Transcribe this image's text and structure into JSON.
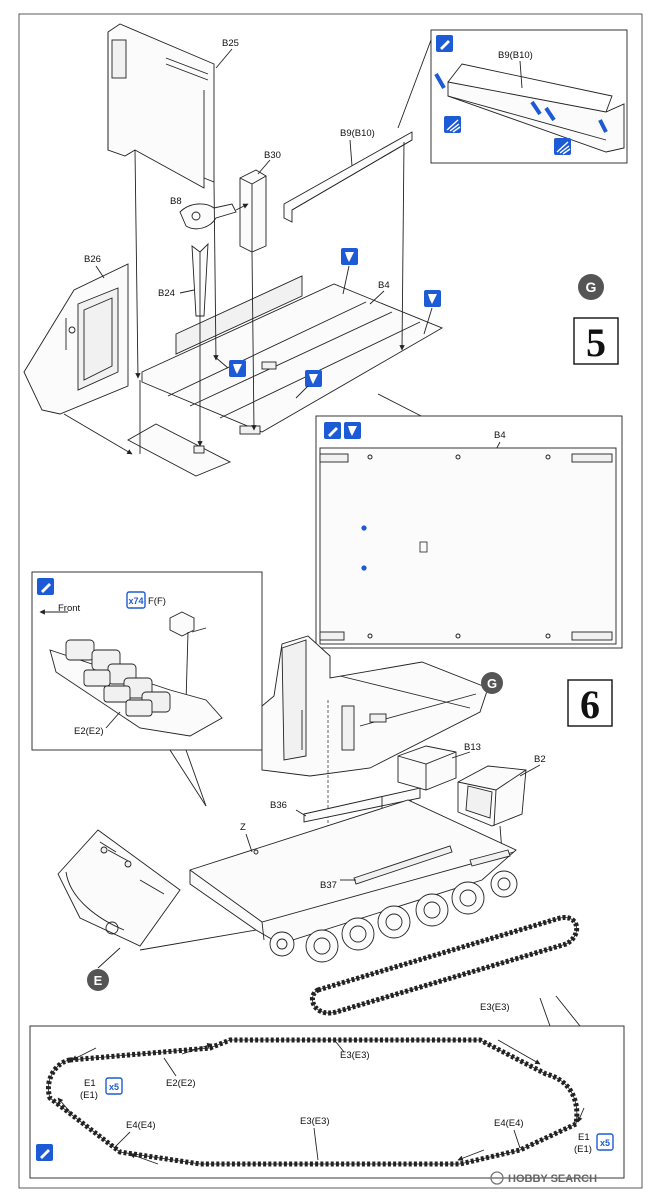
{
  "step5": {
    "number": "5",
    "subassembly_marker": "G",
    "labels": {
      "b25": "B25",
      "b30": "B30",
      "b9_main": "B9(B10)",
      "b9_inset": "B9(B10)",
      "b8": "B8",
      "b26": "B26",
      "b24": "B24",
      "b4_main": "B4",
      "b4_inset": "B4"
    }
  },
  "step6": {
    "number": "6",
    "subassembly_marker": "G",
    "labels": {
      "b13": "B13",
      "b2": "B2",
      "b36": "B36",
      "b37": "B37",
      "z": "Z",
      "e_marker": "E",
      "e3_hull": "E3(E3)",
      "front": "Front",
      "qty_74": "x74",
      "f_part": "F(F)",
      "e2_inset": "E2(E2)"
    }
  },
  "track_inset": {
    "labels": {
      "e3_top": "E3(E3)",
      "e2": "E2(E2)",
      "e1_left": "E1",
      "e1_left_alt": "(E1)",
      "qty_left": "x5",
      "e4_left": "E4(E4)",
      "e3_bottom": "E3(E3)",
      "e4_right": "E4(E4)",
      "e1_right": "E1",
      "e1_right_alt": "(E1)",
      "qty_right": "x5"
    }
  },
  "watermark": "HOBBY SEARCH",
  "icons": {
    "glue": "glue-brush-icon",
    "drill": "drill-hole-icon",
    "cut": "cut-icon",
    "quantity": "quantity-badge-icon"
  },
  "colors": {
    "instruction_blue": "#1d5bd6",
    "marker_grey": "#555555",
    "line": "#222222"
  }
}
